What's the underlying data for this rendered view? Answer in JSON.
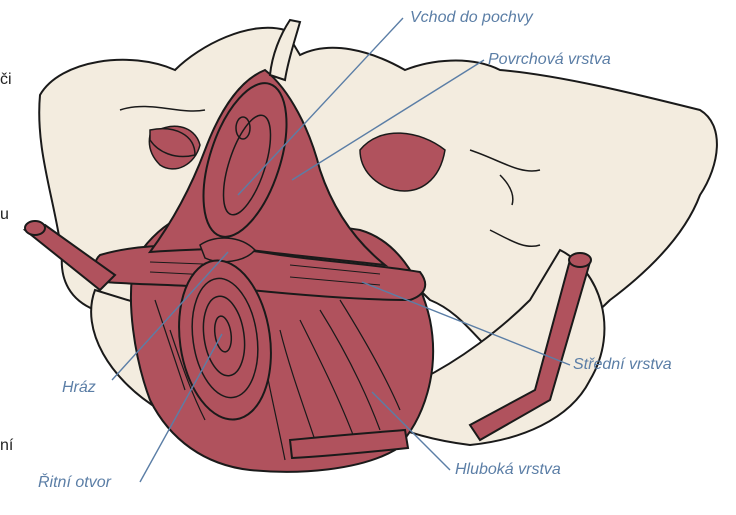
{
  "labels": {
    "vaginal_opening": "Vchod do pochvy",
    "superficial_layer": "Povrchová vrstva",
    "middle_layer": "Střední vrstva",
    "perineum": "Hráz",
    "deep_layer": "Hluboká vrstva",
    "anus": "Řitní otvor"
  },
  "left_edge_fragments": [
    "či",
    "u",
    "ní"
  ],
  "colors": {
    "bone": "#f3ecdf",
    "muscle": "#b0525d",
    "muscle_dark": "#8a3a44",
    "outline": "#1a1a1a",
    "label_text": "#5b7ea6",
    "leader_line": "#5b7ea6"
  }
}
